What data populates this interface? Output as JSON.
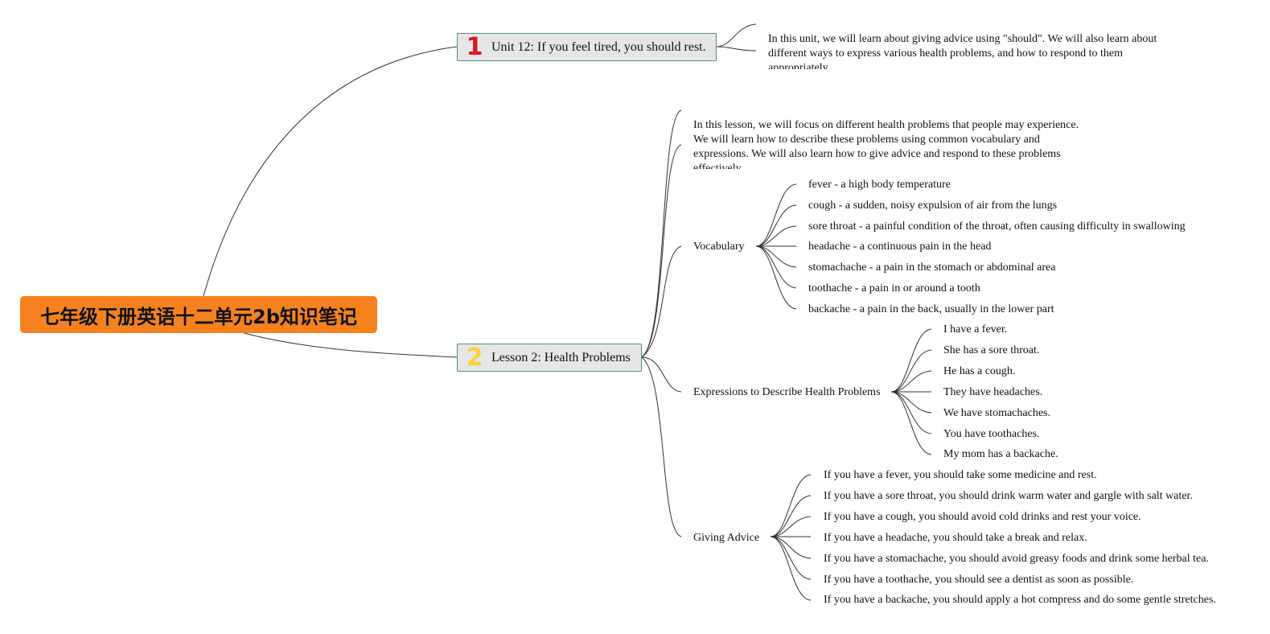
{
  "root": {
    "title": "七年级下册英语十二单元2b知识笔记"
  },
  "unit": {
    "number": "1",
    "title": "Unit 12: If you feel tired, you should rest.",
    "description": "In this unit, we will learn about giving advice using \"should\". We will also learn about different ways to express various health problems, and how to respond to them appropriately."
  },
  "lesson": {
    "number": "2",
    "title": "Lesson 2: Health Problems",
    "description": "In this lesson, we will focus on different health problems that people may experience. We will learn how to describe these problems using common vocabulary and expressions. We will also learn how to give advice and respond to these problems effectively.",
    "vocabulary": {
      "title": "Vocabulary",
      "items": [
        "fever - a high body temperature",
        "cough - a sudden, noisy expulsion of air from the lungs",
        "sore throat - a painful condition of the throat, often causing difficulty in swallowing",
        "headache - a continuous pain in the head",
        "stomachache - a pain in the stomach or abdominal area",
        "toothache - a pain in or around a tooth",
        "backache - a pain in the back, usually in the lower part"
      ]
    },
    "expressions": {
      "title": "Expressions to Describe Health Problems",
      "items": [
        "I have a fever.",
        "She has a sore throat.",
        "He has a cough.",
        "They have headaches.",
        "We have stomachaches.",
        "You have toothaches.",
        "My mom has a backache."
      ]
    },
    "advice": {
      "title": "Giving Advice",
      "items": [
        "If you have a fever, you should take some medicine and rest.",
        "If you have a sore throat, you should drink warm water and gargle with salt water.",
        "If you have a cough, you should avoid cold drinks and rest your voice.",
        "If you have a headache, you should take a break and relax.",
        "If you have a stomachache, you should avoid greasy foods and drink some herbal tea.",
        "If you have a toothache, you should see a dentist as soon as possible.",
        "If you have a backache, you should apply a hot compress and do some gentle stretches."
      ]
    }
  },
  "colors": {
    "root_fill": "#f5821f",
    "node_fill": "#e6e6e6",
    "node_border": "#4f8f7e",
    "number_one": "#d71921",
    "number_two": "#f7d23e",
    "connector": "#333333"
  }
}
